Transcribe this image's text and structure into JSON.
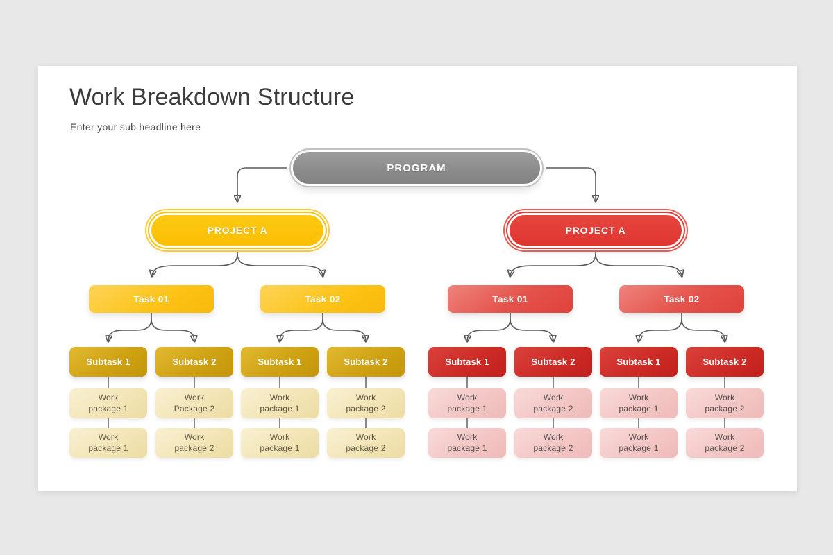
{
  "page": {
    "title": "Work Breakdown Structure",
    "subtitle": "Enter your sub headline here"
  },
  "colors": {
    "program_gray": "#8c8c8c",
    "project_yellow": "#fcc108",
    "project_red": "#e23a34",
    "connector_gray": "#58595b",
    "wp_yellow_bg": "#f2e4b4",
    "wp_red_bg": "#f2c5c3"
  },
  "diagram": {
    "root": {
      "label": "PROGRAM"
    },
    "branches": [
      {
        "label": "PROJECT A",
        "color": "#fcc108",
        "tasks": [
          {
            "label": "Task 01",
            "subtasks": [
              {
                "label": "Subtask 1",
                "packages": [
                  "Work\npackage 1",
                  "Work\npackage 1"
                ]
              },
              {
                "label": "Subtask 2",
                "packages": [
                  "Work\nPackage 2",
                  "Work\npackage 2"
                ]
              }
            ]
          },
          {
            "label": "Task 02",
            "subtasks": [
              {
                "label": "Subtask 1",
                "packages": [
                  "Work\npackage 1",
                  "Work\npackage 1"
                ]
              },
              {
                "label": "Subtask 2",
                "packages": [
                  "Work\npackage 2",
                  "Work\npackage 2"
                ]
              }
            ]
          }
        ]
      },
      {
        "label": "PROJECT A",
        "color": "#e23a34",
        "tasks": [
          {
            "label": "Task 01",
            "subtasks": [
              {
                "label": "Subtask 1",
                "packages": [
                  "Work\npackage 1",
                  "Work\npackage 1"
                ]
              },
              {
                "label": "Subtask 2",
                "packages": [
                  "Work\npackage 2",
                  "Work\npackage 2"
                ]
              }
            ]
          },
          {
            "label": "Task 02",
            "subtasks": [
              {
                "label": "Subtask 1",
                "packages": [
                  "Work\npackage 1",
                  "Work\npackage 1"
                ]
              },
              {
                "label": "Subtask 2",
                "packages": [
                  "Work\npackage 2",
                  "Work\npackage 2"
                ]
              }
            ]
          }
        ]
      }
    ]
  }
}
